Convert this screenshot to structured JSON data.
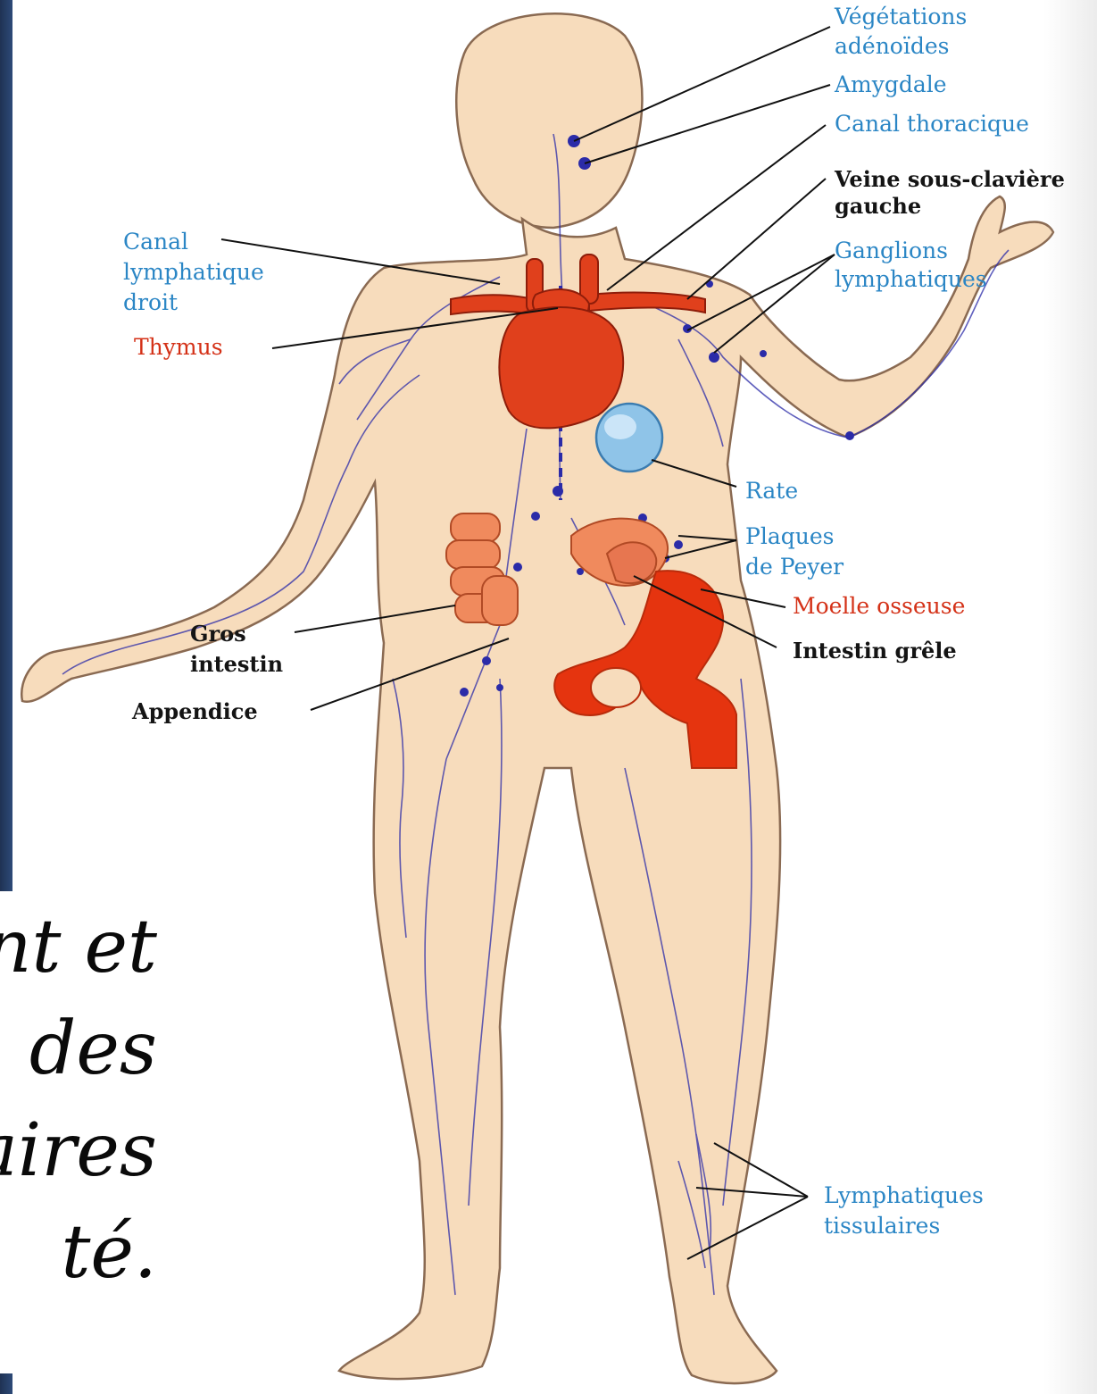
{
  "labels": {
    "vegetations": "Végétations",
    "vegetations2": "adénoïdes",
    "amygdale": "Amygdale",
    "canal_thoracique": "Canal thoracique",
    "veine1": "Veine sous-clavière",
    "veine2": "gauche",
    "ganglions1": "Ganglions",
    "ganglions2": "lymphatiques",
    "canal_lymph1": "Canal",
    "canal_lymph2": "lymphatique",
    "canal_lymph3": "droit",
    "thymus": "Thymus",
    "rate": "Rate",
    "plaques1": "Plaques",
    "plaques2": "de Peyer",
    "moelle": "Moelle osseuse",
    "intestin_grele": "Intestin grêle",
    "gros1": "Gros",
    "gros2": "intestin",
    "appendice": "Appendice",
    "lymph_tiss1": "Lymphatiques",
    "lymph_tiss2": "tissulaires"
  },
  "caption": {
    "line1": "nt et",
    "line2": "des",
    "line3": "aires",
    "line4": "té."
  },
  "colors": {
    "blue_label": "#2b86c5",
    "red_label": "#d43117",
    "skin": "#f7dcbc",
    "lymph": "#2b2ba8",
    "organ_red": "#e0401c"
  }
}
